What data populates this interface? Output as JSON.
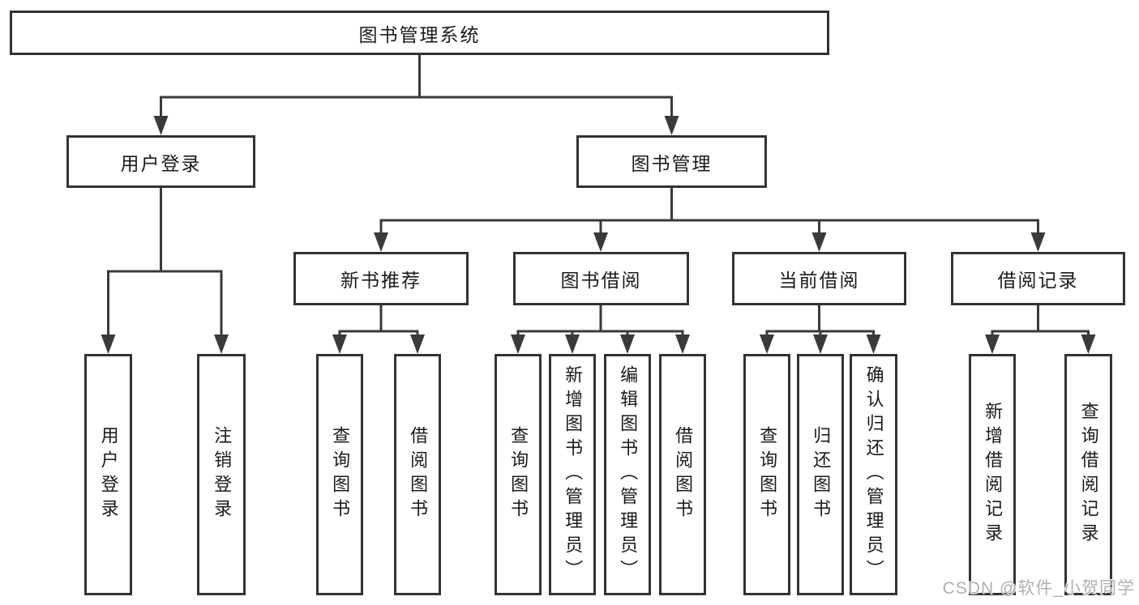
{
  "tree": {
    "label": "图书管理系统",
    "children": [
      {
        "label": "用户登录",
        "children": [
          {
            "label": "用户登录"
          },
          {
            "label": "注销登录"
          }
        ]
      },
      {
        "label": "图书管理",
        "children": [
          {
            "label": "新书推荐",
            "children": [
              {
                "label": "查询图书"
              },
              {
                "label": "借阅图书"
              }
            ]
          },
          {
            "label": "图书借阅",
            "children": [
              {
                "label": "查询图书"
              },
              {
                "label": "新增图书（管理员）"
              },
              {
                "label": "编辑图书（管理员）"
              },
              {
                "label": "借阅图书"
              }
            ]
          },
          {
            "label": "当前借阅",
            "children": [
              {
                "label": "查询图书"
              },
              {
                "label": "归还图书"
              },
              {
                "label": "确认归还（管理员）"
              }
            ]
          },
          {
            "label": "借阅记录",
            "children": [
              {
                "label": "新增借阅记录"
              },
              {
                "label": "查询借阅记录"
              }
            ]
          }
        ]
      }
    ]
  },
  "watermark": {
    "text": "CSDN @软件_小贺同学"
  },
  "colors": {
    "line": "#3a3a3a",
    "box_border": "#333333",
    "text": "#1b1b1b",
    "watermark": "#b0b0b0",
    "background": "#ffffff"
  }
}
